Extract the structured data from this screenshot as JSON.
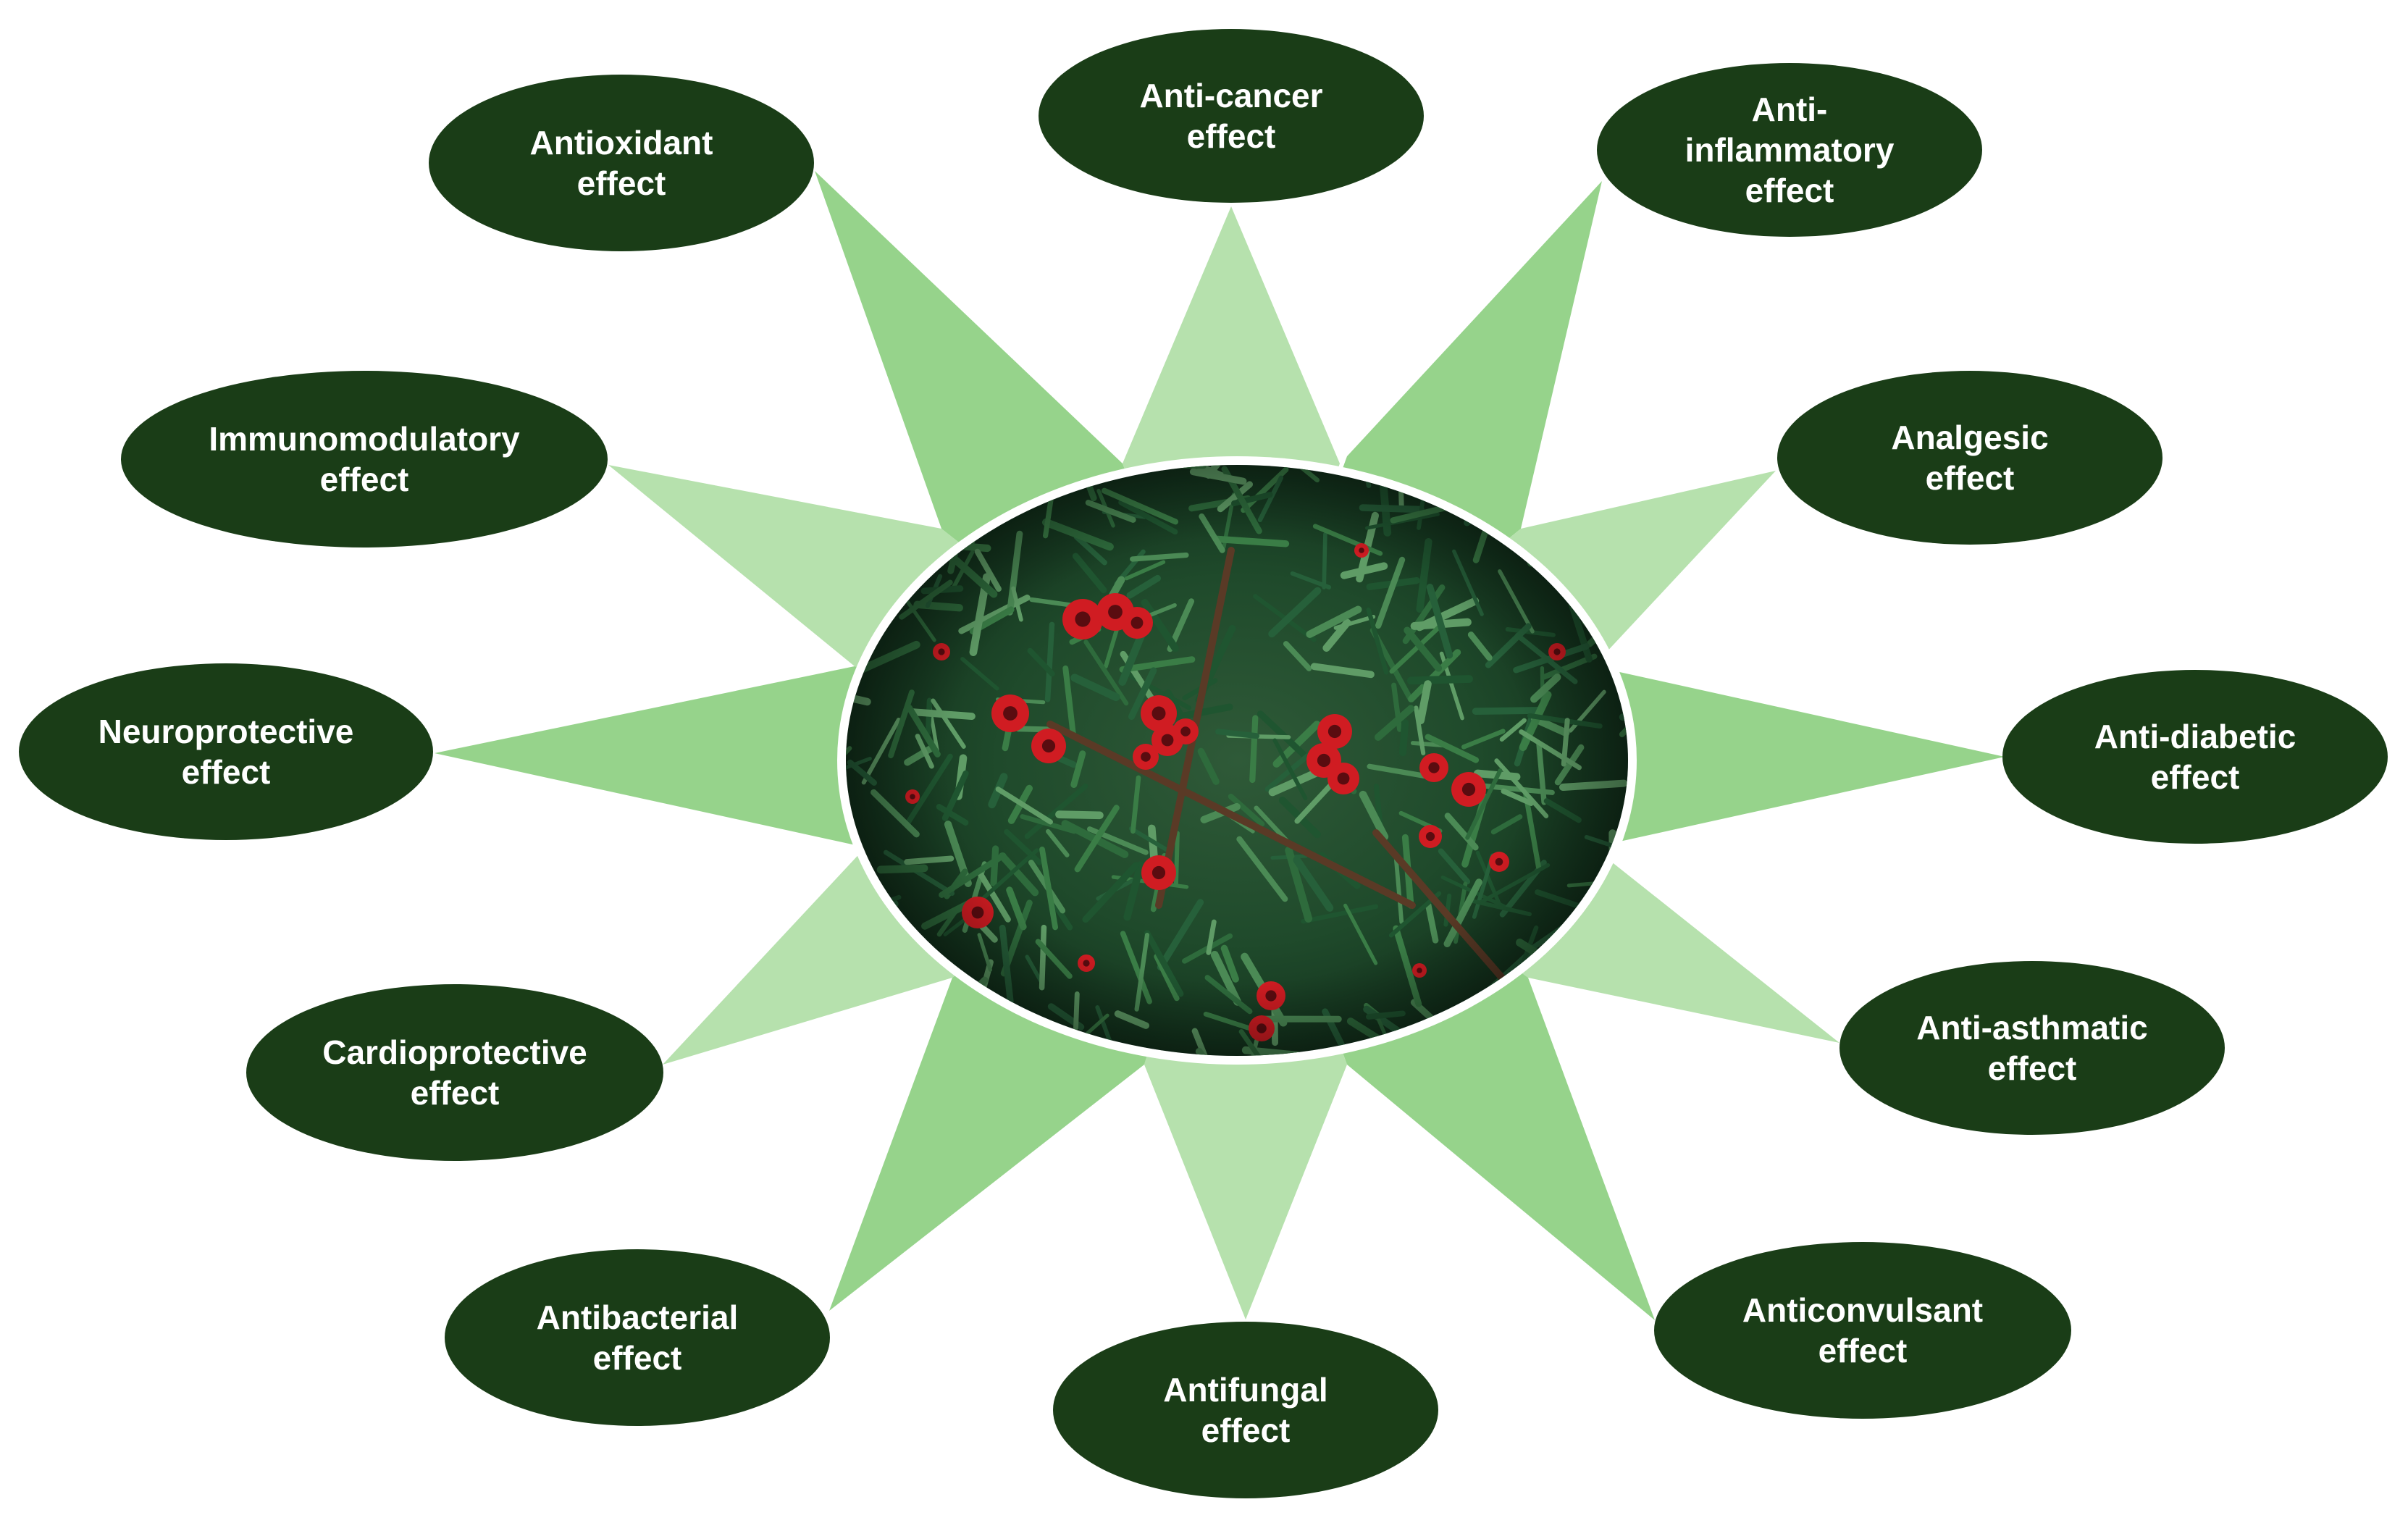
{
  "center_image": {
    "subject": "yew-branch-with-red-berries"
  },
  "colors": {
    "node_fill": "#1a3d17",
    "node_text": "#ffffff",
    "ray_dark": "#96d38b",
    "ray_light": "#b6e1ad",
    "image_border": "#ffffff"
  },
  "nodes": [
    {
      "id": "anti-cancer",
      "lines": [
        "Anti-cancer",
        "effect"
      ]
    },
    {
      "id": "anti-inflammatory",
      "lines": [
        "Anti-",
        "inflammatory",
        "effect"
      ]
    },
    {
      "id": "analgesic",
      "lines": [
        "Analgesic",
        "effect"
      ]
    },
    {
      "id": "anti-diabetic",
      "lines": [
        "Anti-diabetic",
        "effect"
      ]
    },
    {
      "id": "anti-asthmatic",
      "lines": [
        "Anti-asthmatic",
        "effect"
      ]
    },
    {
      "id": "anticonvulsant",
      "lines": [
        "Anticonvulsant",
        "effect"
      ]
    },
    {
      "id": "antifungal",
      "lines": [
        "Antifungal",
        "effect"
      ]
    },
    {
      "id": "antibacterial",
      "lines": [
        "Antibacterial",
        "effect"
      ]
    },
    {
      "id": "cardioprotective",
      "lines": [
        "Cardioprotective",
        "effect"
      ]
    },
    {
      "id": "neuroprotective",
      "lines": [
        "Neuroprotective",
        "effect"
      ]
    },
    {
      "id": "immunomodulatory",
      "lines": [
        "Immunomodulatory",
        "effect"
      ]
    },
    {
      "id": "antioxidant",
      "lines": [
        "Antioxidant",
        "effect"
      ]
    }
  ]
}
